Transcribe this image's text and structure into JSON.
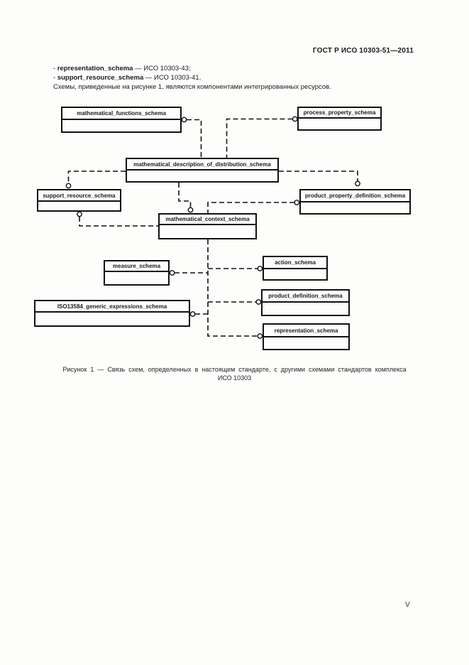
{
  "page": {
    "header": "ГОСТ Р ИСО 10303-51—2011",
    "page_number": "V"
  },
  "intro": {
    "line1": {
      "prefix": "- ",
      "term": "representation_schema",
      "rest": " — ИСО 10303-43;"
    },
    "line2": {
      "prefix": "- ",
      "term": "support_resource_schema",
      "rest": " — ИСО 10303-41."
    },
    "line3": "Схемы, приведенные на рисунке 1, являются компонентами интегрированных ресурсов."
  },
  "diagram": {
    "nodes": {
      "mathematical_functions": {
        "label": "mathematical_functions_schema"
      },
      "process_property": {
        "label": "process_property_schema"
      },
      "mathematical_description_of_distribution": {
        "label": "mathematical_description_of_distribution_schema"
      },
      "support_resource": {
        "label": "support_resource_schema"
      },
      "product_property_definition": {
        "label": "product_property_definition_schema"
      },
      "mathematical_context": {
        "label": "mathematical_context_schema"
      },
      "measure": {
        "label": "measure_schema"
      },
      "action": {
        "label": "action_schema"
      },
      "product_definition": {
        "label": "product_definition_schema"
      },
      "iso13584_generic_expressions": {
        "label": "ISO13584_generic_expressions_schema"
      },
      "representation": {
        "label": "representation_schema"
      }
    }
  },
  "caption": {
    "line1": "Рисунок 1 — Связь схем, определенных в настоящем стандарте, с другими схемами стандартов комплекса",
    "line2": "ИСО 10303"
  }
}
